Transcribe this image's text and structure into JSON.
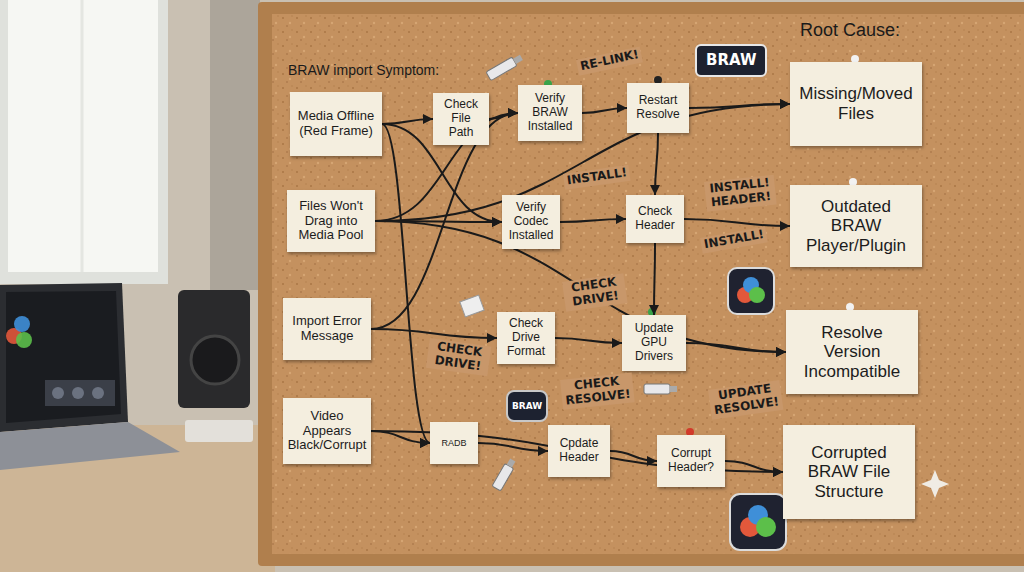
{
  "diagram": {
    "nodes": [
      {
        "text": [
          "Media Offline (Red Frame)"
        ]
      },
      {
        "text": [
          "Files Won't Drag into Media Pool"
        ]
      },
      {
        "text": [
          "Import Error Message"
        ]
      },
      {
        "text": [
          "Video Appears Black/Corrupt"
        ]
      },
      {
        "text": [
          "Check File Path"
        ]
      },
      {
        "text": [
          "Verify BRAW Installed"
        ]
      },
      {
        "text": [
          "Restart Resolve"
        ]
      },
      {
        "text": [
          "Verify Codec Installed"
        ]
      },
      {
        "text": [
          "Check Header"
        ]
      },
      {
        "text": [
          "Check Drive Format"
        ]
      },
      {
        "text": [
          "Update GPU Drivers"
        ]
      },
      {
        "text": [
          "RADB"
        ]
      },
      {
        "text": [
          "Cpdate Header"
        ]
      },
      {
        "text": [
          "Corrupt Header?"
        ]
      },
      {
        "text": [
          "Missing/Moved Files"
        ]
      },
      {
        "text": [
          "Outdated BRAW Player/Plugin"
        ]
      },
      {
        "text": [
          "Resolve Version Incompatible"
        ]
      },
      {
        "text": [
          "Corrupted BRAW File Structure"
        ]
      }
    ],
    "edges": [
      {
        "from": 0,
        "to": 4,
        "arrow": "to"
      },
      {
        "from": 4,
        "to": 5,
        "arrow": "to"
      },
      {
        "from": 5,
        "to": 6,
        "arrow": "to"
      },
      {
        "from": 6,
        "to": 14,
        "arrow": "to"
      },
      {
        "from": 0,
        "to": 7,
        "arrow": "to"
      },
      {
        "from": 0,
        "to": 11,
        "arrow": "to"
      },
      {
        "from": 1,
        "to": 5,
        "arrow": "to"
      },
      {
        "from": 1,
        "to": 7,
        "arrow": "to"
      },
      {
        "from": 1,
        "to": 14,
        "arrow": "to"
      },
      {
        "from": 1,
        "to": 16,
        "arrow": "to"
      },
      {
        "from": 2,
        "to": 5,
        "arrow": "none"
      },
      {
        "from": 2,
        "to": 9,
        "arrow": "to"
      },
      {
        "from": 3,
        "to": 11,
        "arrow": "to"
      },
      {
        "from": 3,
        "to": 17,
        "arrow": "to"
      },
      {
        "from": 6,
        "to": 8,
        "arrow": "to"
      },
      {
        "from": 7,
        "to": 8,
        "arrow": "to"
      },
      {
        "from": 8,
        "to": 15,
        "arrow": "to"
      },
      {
        "from": 8,
        "to": 10,
        "arrow": "to"
      },
      {
        "from": 9,
        "to": 10,
        "arrow": "to"
      },
      {
        "from": 10,
        "to": 16,
        "arrow": "to"
      },
      {
        "from": 11,
        "to": 12,
        "arrow": "to"
      },
      {
        "from": 12,
        "to": 13,
        "arrow": "to"
      },
      {
        "from": 13,
        "to": 17,
        "arrow": "to"
      }
    ],
    "labels": [
      "BRAW import Symptom:",
      "Root Cause:",
      "BRAW",
      "RE-LINK!",
      "INSTALL!",
      "INSTALL! HEADER!",
      "INSTALL!",
      "CHECK DRIVE!",
      "CHECK DRIVE!",
      "BRAW",
      "CHECK RESOLVE!",
      "UPDATE RESOLVE!"
    ]
  }
}
